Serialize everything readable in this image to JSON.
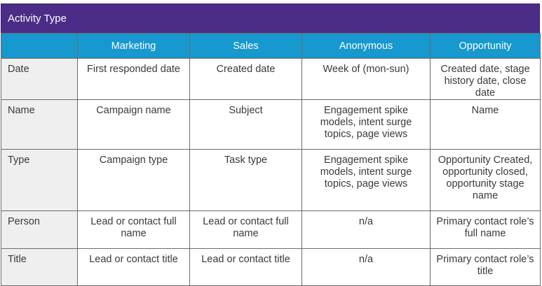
{
  "title": "Activity Type",
  "columns": [
    "",
    "Marketing",
    "Sales",
    "Anonymous",
    "Opportunity"
  ],
  "rows": [
    {
      "label": "Date",
      "cells": [
        "First responded date",
        "Created date",
        "Week of (mon-sun)",
        "Created date, stage history date, close date"
      ]
    },
    {
      "label": "Name",
      "cells": [
        "Campaign name",
        "Subject",
        "Engagement spike models, intent surge topics, page views",
        "Name"
      ]
    },
    {
      "label": "Type",
      "cells": [
        "Campaign type",
        "Task type",
        "Engagement spike models, intent surge topics, page views",
        "Opportunity Created, opportunity closed, opportunity stage name"
      ]
    },
    {
      "label": "Person",
      "cells": [
        "Lead or contact full name",
        "Lead or contact full name",
        "n/a",
        "Primary contact role’s full name"
      ]
    },
    {
      "label": "Title",
      "cells": [
        "Lead or contact title",
        "Lead or contact title",
        "n/a",
        "Primary contact role’s title"
      ]
    }
  ],
  "colors": {
    "header_purple": "#4b2c86",
    "header_blue": "#1798cf",
    "row_label_bg": "#efefef"
  }
}
